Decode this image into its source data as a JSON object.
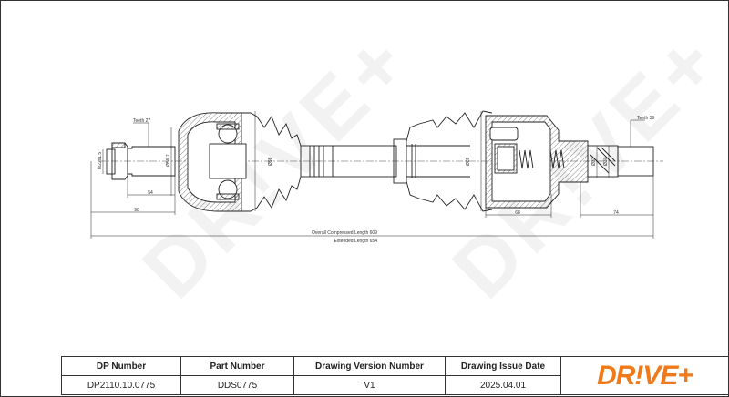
{
  "watermark": "DR!VE+",
  "drawing": {
    "teeth_left": "Teeth 27",
    "thread": "M22x1.5",
    "dia_left_spline": "Ø56.7",
    "dia_left_boot": "Ø98",
    "dia_right_boot": "Ø89",
    "dia_right_spline_a": "Ø33",
    "dia_right_spline_b": "Ø30",
    "teeth_right": "Teeth 39",
    "dim_54": "54",
    "dim_90": "90",
    "dim_68": "68",
    "dim_74": "74",
    "overall_length": "Overall  Compressed  Length  609",
    "extended_length": "Extended  Length  654"
  },
  "title_block": {
    "headers": [
      "DP Number",
      "Part Number",
      "Drawing Version Number",
      "Drawing Issue Date"
    ],
    "values": [
      "DP2110.10.0775",
      "DDS0775",
      "V1",
      "2025.04.01"
    ],
    "logo": "DR!VE+",
    "logo_color": "#f07a1a"
  }
}
